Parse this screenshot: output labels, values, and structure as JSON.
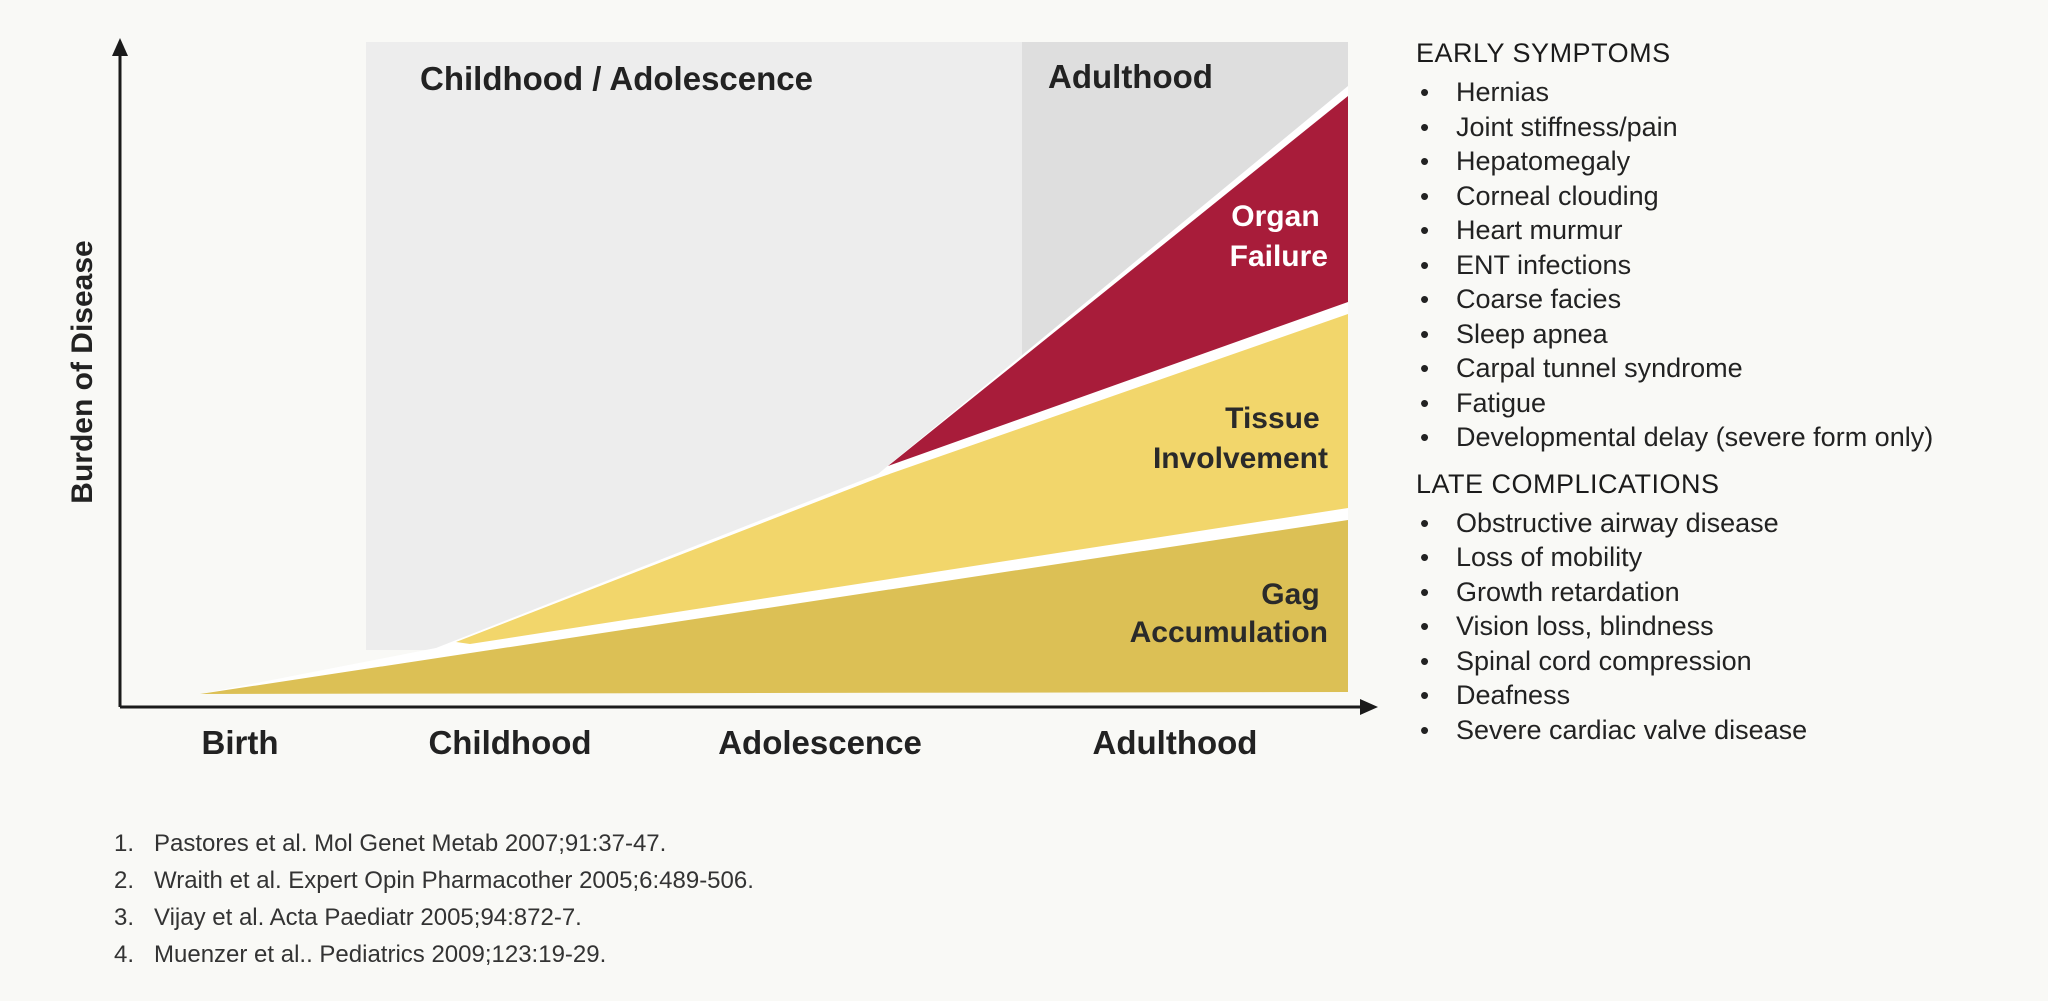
{
  "diagram": {
    "y_axis_label": "Burden of Disease",
    "x_axis_labels": [
      "Birth",
      "Childhood",
      "Adolescence",
      "Adulthood"
    ],
    "background_bands": [
      {
        "label": "Childhood / Adolescence",
        "color": "#ededed"
      },
      {
        "label": "Adulthood",
        "color": "#dedede"
      }
    ],
    "layers": [
      {
        "label_lines": [
          "Organ",
          "Failure"
        ],
        "color": "#a81c3a",
        "label_color": "#ffffff"
      },
      {
        "label_lines": [
          "Tissue",
          "Involvement"
        ],
        "color": "#f2d66b",
        "label_color": "#2a2a2a"
      },
      {
        "label_lines": [
          "Gag",
          "Accumulation"
        ],
        "color": "#dcc055",
        "label_color": "#2a2a2a"
      }
    ]
  },
  "early_symptoms": {
    "title": "EARLY SYMPTOMS",
    "items": [
      "Hernias",
      "Joint stiffness/pain",
      "Hepatomegaly",
      "Corneal clouding",
      "Heart murmur",
      "ENT infections",
      "Coarse facies",
      "Sleep apnea",
      "Carpal tunnel syndrome",
      "Fatigue",
      "Developmental delay (severe form only)"
    ]
  },
  "late_complications": {
    "title": "LATE COMPLICATIONS",
    "items": [
      "Obstructive airway disease",
      "Loss of mobility",
      "Growth retardation",
      "Vision loss, blindness",
      "Spinal cord compression",
      "Deafness",
      "Severe cardiac valve disease"
    ]
  },
  "references": [
    {
      "num": "1.",
      "text": "Pastores et al. Mol Genet Metab 2007;91:37-47."
    },
    {
      "num": "2.",
      "text": "Wraith et al. Expert Opin Pharmacother 2005;6:489-506."
    },
    {
      "num": "3.",
      "text": "Vijay et al. Acta Paediatr 2005;94:872-7."
    },
    {
      "num": "4.",
      "text": "Muenzer et al.. Pediatrics 2009;123:19-29."
    }
  ]
}
